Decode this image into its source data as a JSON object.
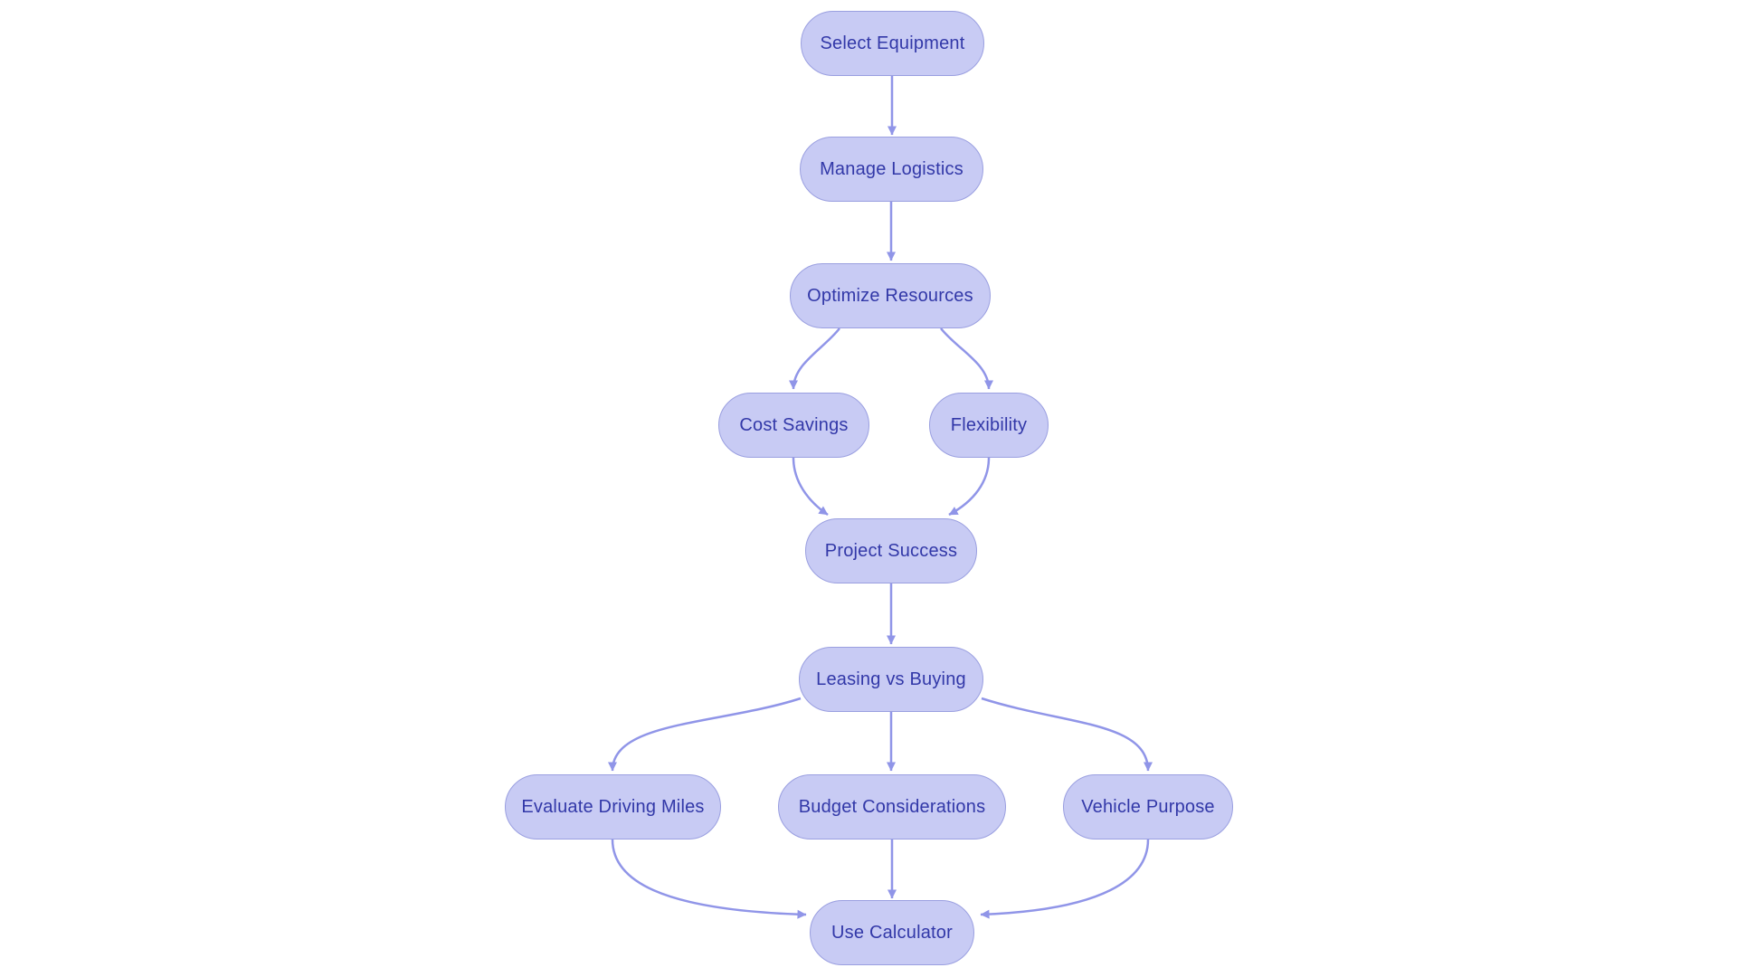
{
  "diagram": {
    "type": "flowchart",
    "direction": "top-down",
    "colors": {
      "background": "#ffffff",
      "node_fill": "#c8cbf4",
      "node_border": "#9a9fe0",
      "node_text": "#3238a8",
      "edge": "#9095e8"
    },
    "nodes": [
      {
        "id": "select-equipment",
        "label": "Select Equipment"
      },
      {
        "id": "manage-logistics",
        "label": "Manage Logistics"
      },
      {
        "id": "optimize-resources",
        "label": "Optimize Resources"
      },
      {
        "id": "cost-savings",
        "label": "Cost Savings"
      },
      {
        "id": "flexibility",
        "label": "Flexibility"
      },
      {
        "id": "project-success",
        "label": "Project Success"
      },
      {
        "id": "leasing-vs-buying",
        "label": "Leasing vs Buying"
      },
      {
        "id": "evaluate-driving-miles",
        "label": "Evaluate Driving Miles"
      },
      {
        "id": "budget-considerations",
        "label": "Budget Considerations"
      },
      {
        "id": "vehicle-purpose",
        "label": "Vehicle Purpose"
      },
      {
        "id": "use-calculator",
        "label": "Use Calculator"
      }
    ],
    "edges": [
      {
        "from": "select-equipment",
        "to": "manage-logistics"
      },
      {
        "from": "manage-logistics",
        "to": "optimize-resources"
      },
      {
        "from": "optimize-resources",
        "to": "cost-savings"
      },
      {
        "from": "optimize-resources",
        "to": "flexibility"
      },
      {
        "from": "cost-savings",
        "to": "project-success"
      },
      {
        "from": "flexibility",
        "to": "project-success"
      },
      {
        "from": "project-success",
        "to": "leasing-vs-buying"
      },
      {
        "from": "leasing-vs-buying",
        "to": "evaluate-driving-miles"
      },
      {
        "from": "leasing-vs-buying",
        "to": "budget-considerations"
      },
      {
        "from": "leasing-vs-buying",
        "to": "vehicle-purpose"
      },
      {
        "from": "evaluate-driving-miles",
        "to": "use-calculator"
      },
      {
        "from": "budget-considerations",
        "to": "use-calculator"
      },
      {
        "from": "vehicle-purpose",
        "to": "use-calculator"
      }
    ]
  }
}
